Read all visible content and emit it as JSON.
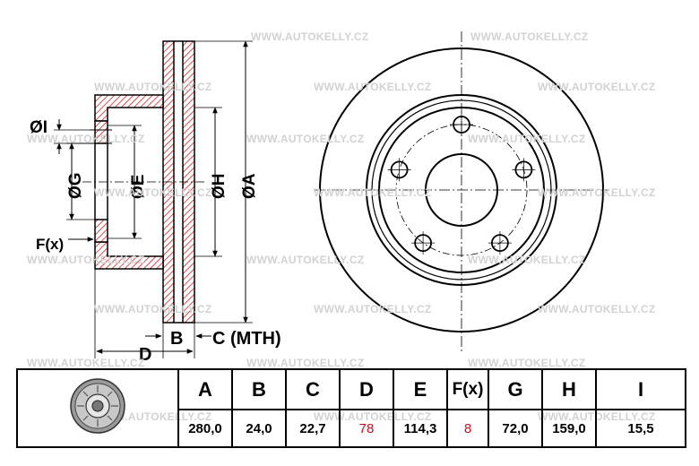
{
  "watermark": "WWW.AUTOKELLY.CZ",
  "colors": {
    "line": "#000000",
    "hatch": "#cc2222",
    "highlight": "#c8101e",
    "watermark": "#d2d2d2"
  },
  "dimension_labels": {
    "dia_i": "ØI",
    "dia_g": "ØG",
    "dia_e": "ØE",
    "dia_h": "ØH",
    "dia_a": "ØA",
    "f": "F(x)",
    "b": "B",
    "c": "C (MTH)",
    "d": "D"
  },
  "table": {
    "headers": [
      "A",
      "B",
      "C",
      "D",
      "E",
      "F(x)",
      "G",
      "H",
      "I"
    ],
    "values": [
      "280,0",
      "24,0",
      "22,7",
      "78",
      "114,3",
      "8",
      "72,0",
      "159,0",
      "15,5"
    ],
    "highlighted": [
      "D",
      "F(x)"
    ]
  }
}
